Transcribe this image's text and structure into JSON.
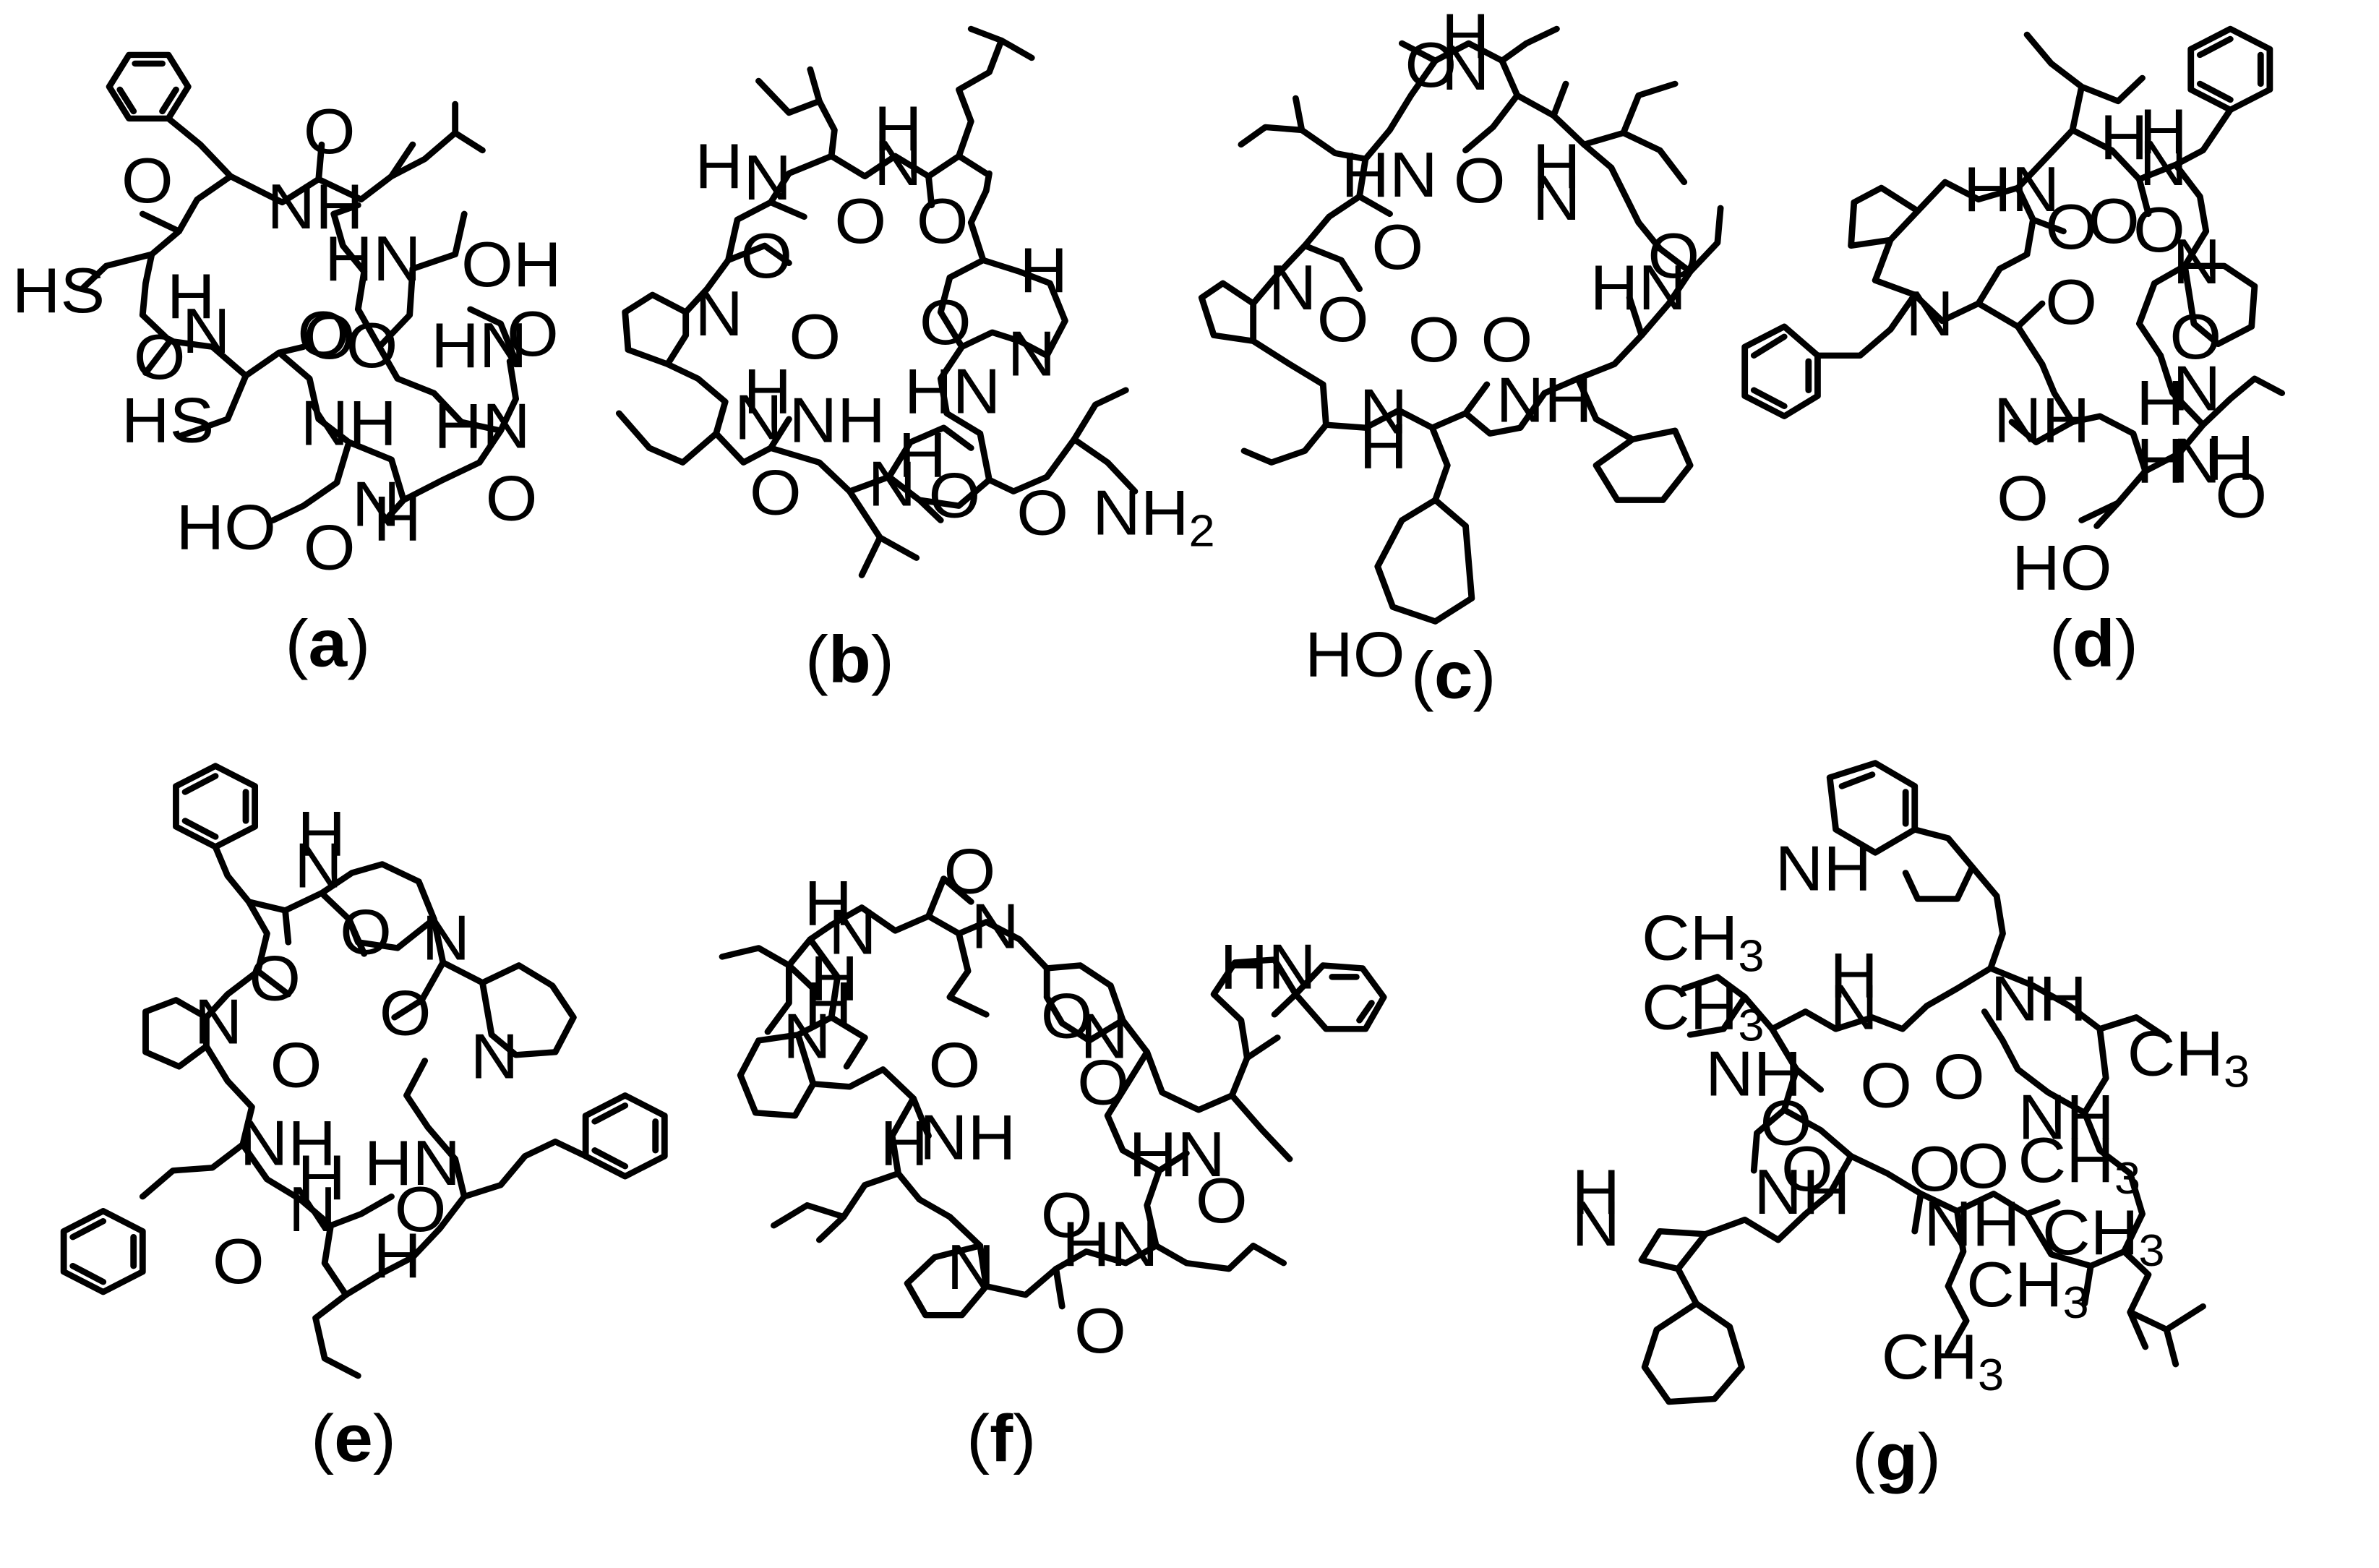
{
  "figure": {
    "panels": [
      {
        "id": "a",
        "caption": {
          "open": "(",
          "letter": "a",
          "close": ")"
        },
        "atoms": [
          "NH",
          "HN",
          "OH",
          "HS",
          "N",
          "H",
          "O",
          "HN",
          "HS",
          "NH",
          "HN",
          "HO",
          "N",
          "H",
          "O",
          "O",
          "O",
          "O",
          "O",
          "O",
          "O",
          "O"
        ]
      },
      {
        "id": "b",
        "caption": {
          "open": "(",
          "letter": "b",
          "close": ")"
        },
        "atoms": [
          "H",
          "N",
          "N",
          "H",
          "N",
          "H",
          "N",
          "N",
          "H",
          "NH",
          "HN",
          "N",
          "H",
          "NH2",
          "O",
          "O",
          "O",
          "O",
          "O",
          "O",
          "O",
          "O"
        ]
      },
      {
        "id": "c",
        "caption": {
          "open": "(",
          "letter": "c",
          "close": ")"
        },
        "atoms": [
          "N",
          "H",
          "HN",
          "N",
          "H",
          "N",
          "HN",
          "N",
          "H",
          "NH",
          "HO",
          "O",
          "O",
          "O",
          "O",
          "O",
          "O",
          "O"
        ]
      },
      {
        "id": "d",
        "caption": {
          "open": "(",
          "letter": "d",
          "close": ")"
        },
        "atoms": [
          "H",
          "HN",
          "N",
          "H",
          "N",
          "N",
          "NH",
          "N",
          "H",
          "H",
          "N",
          "H",
          "HO",
          "O",
          "O",
          "O",
          "O",
          "O",
          "O",
          "O"
        ]
      },
      {
        "id": "e",
        "caption": {
          "open": "(",
          "letter": "e",
          "close": ")"
        },
        "atoms": [
          "H",
          "N",
          "N",
          "N",
          "N",
          "NH",
          "N",
          "H",
          "HN",
          "H",
          "O",
          "O",
          "O",
          "O",
          "O",
          "O"
        ]
      },
      {
        "id": "f",
        "caption": {
          "open": "(",
          "letter": "f",
          "close": ")"
        },
        "atoms": [
          "H",
          "N",
          "H",
          "N",
          "HN",
          "N",
          "N",
          "H",
          "NH",
          "HN",
          "N",
          "HN",
          "H",
          "O",
          "O",
          "O",
          "O",
          "O",
          "O",
          "O"
        ]
      },
      {
        "id": "g",
        "caption": {
          "open": "(",
          "letter": "g",
          "close": ")"
        },
        "atoms": [
          "NH",
          "CH3",
          "CH3",
          "N",
          "H",
          "NH",
          "NH",
          "CH3",
          "NH",
          "NH",
          "NH",
          "N",
          "H",
          "CH3",
          "CH3",
          "CH3",
          "CH3",
          "O",
          "O",
          "O",
          "O",
          "O",
          "O"
        ]
      }
    ]
  }
}
